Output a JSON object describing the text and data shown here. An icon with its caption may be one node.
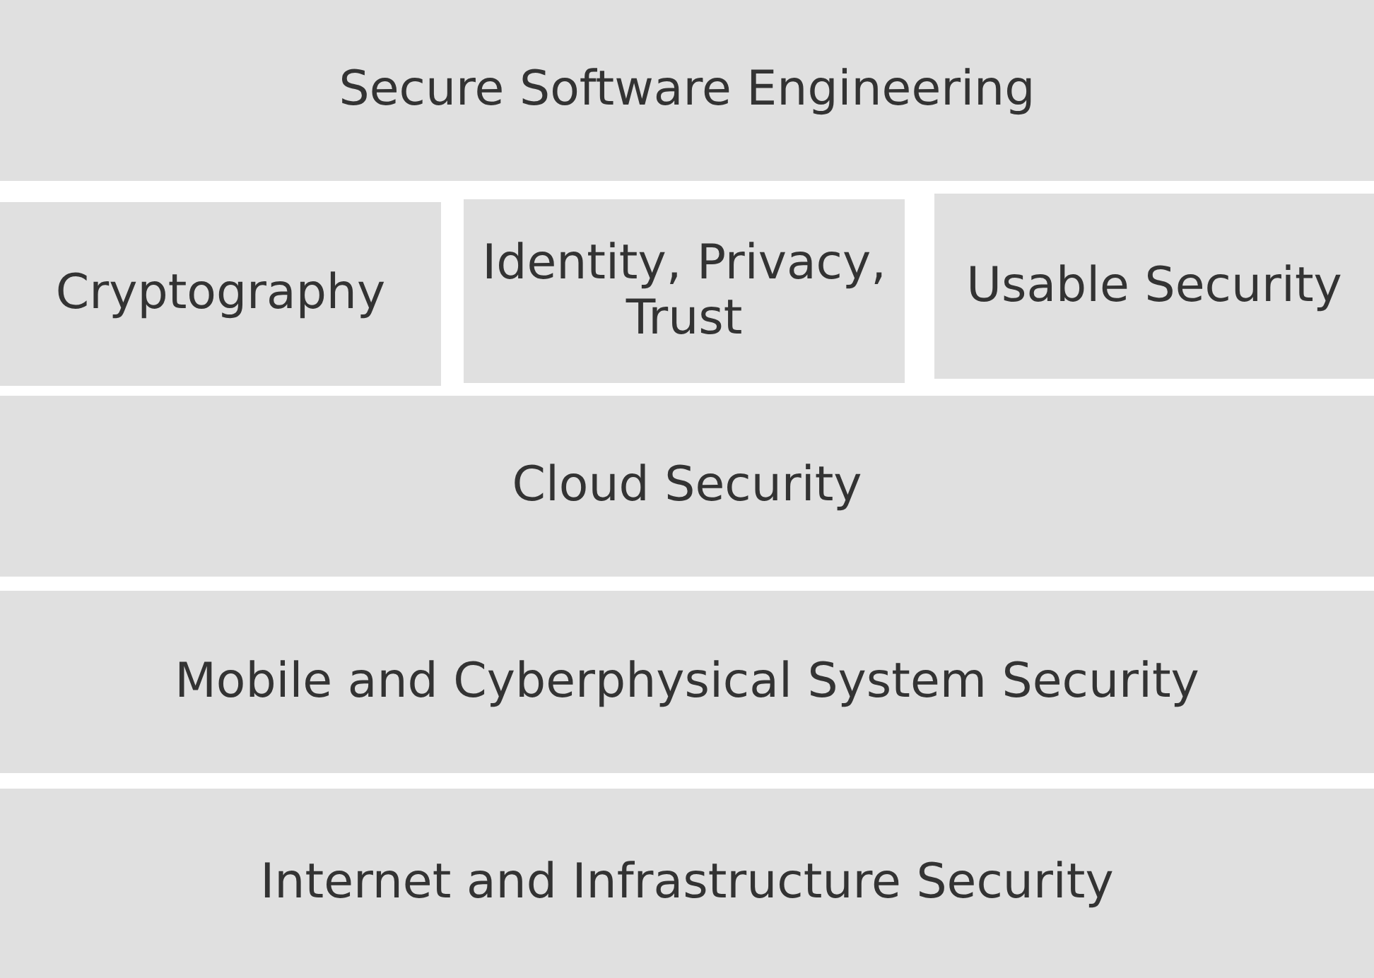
{
  "diagram": {
    "nodes": [
      {
        "text": [
          "Secure Software Engineering"
        ]
      },
      {
        "text": [
          "Cryptography"
        ]
      },
      {
        "text": [
          "Identity, Privacy, Trust"
        ]
      },
      {
        "text": [
          "Usable Security"
        ]
      },
      {
        "text": [
          "Cloud Security"
        ]
      },
      {
        "text": [
          "Mobile and Cyberphysical System Security"
        ]
      },
      {
        "text": [
          "Internet and Infrastructure Security"
        ]
      }
    ]
  }
}
